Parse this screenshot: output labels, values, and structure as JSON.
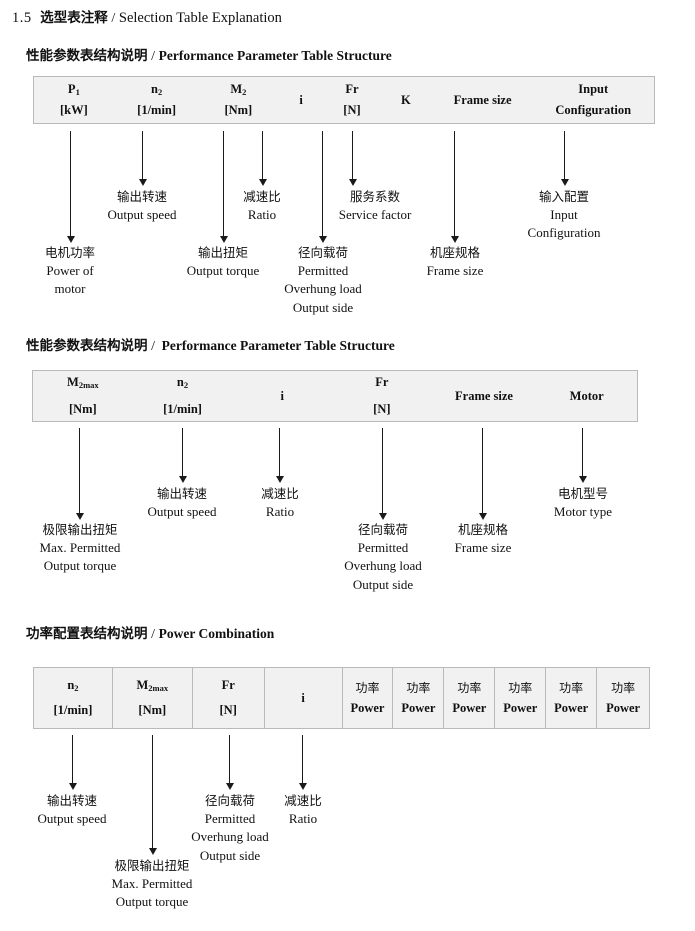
{
  "document": {
    "section_number": "1.5",
    "main_title_cn": "选型表注释",
    "main_title_separator": "/",
    "main_title_en": "Selection Table Explanation"
  },
  "sections": [
    {
      "id": "performance-parameter-1",
      "heading_cn": "性能参数表结构说明",
      "heading_sep": "/",
      "heading_en": "Performance Parameter Table Structure",
      "table": {
        "bordered": false,
        "columns": [
          {
            "symbol": "P",
            "sub": "1",
            "unit": "[kW]"
          },
          {
            "symbol": "n",
            "sub": "2",
            "unit": "[1/min]"
          },
          {
            "symbol": "M",
            "sub": "2",
            "unit": "[Nm]"
          },
          {
            "symbol": "i",
            "sub": "",
            "unit": ""
          },
          {
            "symbol": "Fr",
            "sub": "",
            "unit": "[N]"
          },
          {
            "symbol": "K",
            "sub": "",
            "unit": ""
          },
          {
            "symbol": "Frame size",
            "sub": "",
            "unit": ""
          },
          {
            "symbol": "Input",
            "sub": "",
            "unit": "Configuration"
          }
        ]
      },
      "annotations": [
        {
          "cn": "电机功率",
          "en": [
            "Power of",
            "motor"
          ]
        },
        {
          "cn": "输出转速",
          "en": [
            "Output speed"
          ]
        },
        {
          "cn": "输出扭矩",
          "en": [
            "Output torque"
          ]
        },
        {
          "cn": "减速比",
          "en": [
            "Ratio"
          ]
        },
        {
          "cn": "径向载荷",
          "en": [
            "Permitted",
            "Overhung load",
            "Output side"
          ]
        },
        {
          "cn": "服务系数",
          "en": [
            "Service factor"
          ]
        },
        {
          "cn": "机座规格",
          "en": [
            "Frame size"
          ]
        },
        {
          "cn": "输入配置",
          "en": [
            "Input",
            "Configuration"
          ]
        }
      ]
    },
    {
      "id": "performance-parameter-2",
      "heading_cn": "性能参数表结构说明",
      "heading_sep": "/",
      "heading_en": "Performance Parameter Table Structure",
      "table": {
        "bordered": false,
        "columns": [
          {
            "symbol": "M",
            "sub": "2max",
            "unit": "[Nm]"
          },
          {
            "symbol": "n",
            "sub": "2",
            "unit": "[1/min]"
          },
          {
            "symbol": "i",
            "sub": "",
            "unit": ""
          },
          {
            "symbol": "Fr",
            "sub": "",
            "unit": "[N]"
          },
          {
            "symbol": "Frame size",
            "sub": "",
            "unit": ""
          },
          {
            "symbol": "Motor",
            "sub": "",
            "unit": ""
          }
        ]
      },
      "annotations": [
        {
          "cn": "极限输出扭矩",
          "en": [
            "Max. Permitted",
            "Output  torque"
          ]
        },
        {
          "cn": "输出转速",
          "en": [
            "Output speed"
          ]
        },
        {
          "cn": "减速比",
          "en": [
            "Ratio"
          ]
        },
        {
          "cn": "径向载荷",
          "en": [
            "Permitted",
            "Overhung load",
            "Output side"
          ]
        },
        {
          "cn": "机座规格",
          "en": [
            "Frame size"
          ]
        },
        {
          "cn": "电机型号",
          "en": [
            "Motor type"
          ]
        }
      ]
    },
    {
      "id": "power-combination",
      "heading_cn": "功率配置表结构说明",
      "heading_sep": "/",
      "heading_en": "Power Combination",
      "table": {
        "bordered": true,
        "columns": [
          {
            "symbol": "n",
            "sub": "2",
            "unit": "[1/min]"
          },
          {
            "symbol": "M",
            "sub": "2max",
            "unit": "[Nm]"
          },
          {
            "symbol": "Fr",
            "sub": "",
            "unit": "[N]"
          },
          {
            "symbol": "i",
            "sub": "",
            "unit": ""
          },
          {
            "symbol_cn": "功率",
            "sub": "",
            "unit": "Power"
          },
          {
            "symbol_cn": "功率",
            "sub": "",
            "unit": "Power"
          },
          {
            "symbol_cn": "功率",
            "sub": "",
            "unit": "Power"
          },
          {
            "symbol_cn": "功率",
            "sub": "",
            "unit": "Power"
          },
          {
            "symbol_cn": "功率",
            "sub": "",
            "unit": "Power"
          },
          {
            "symbol_cn": "功率",
            "sub": "",
            "unit": "Power"
          }
        ]
      },
      "annotations": [
        {
          "cn": "输出转速",
          "en": [
            "Output speed"
          ]
        },
        {
          "cn": "极限输出扭矩",
          "en": [
            "Max. Permitted",
            "Output  torque"
          ]
        },
        {
          "cn": "径向载荷",
          "en": [
            "Permitted",
            "Overhung load",
            "Output side"
          ]
        },
        {
          "cn": "减速比",
          "en": [
            "Ratio"
          ]
        }
      ]
    }
  ],
  "colors": {
    "table_background": "#f1f1f1",
    "table_border": "#b9b9b9",
    "text": "#111111",
    "arrow": "#1a1a1a",
    "page_background": "#ffffff"
  }
}
